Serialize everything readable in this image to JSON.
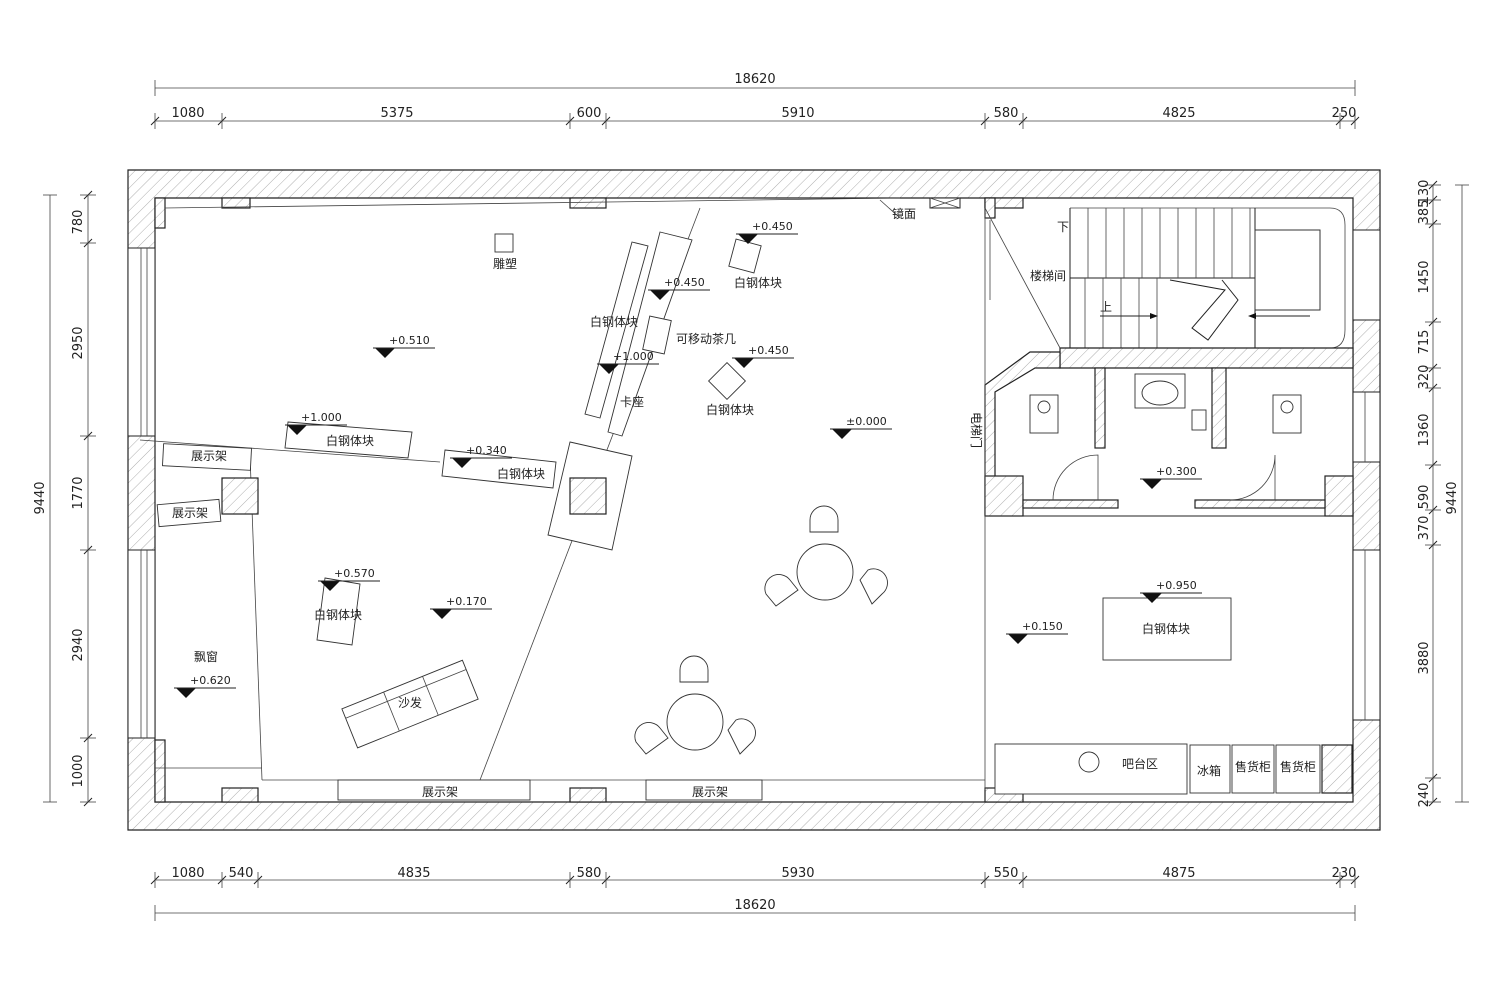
{
  "dims": {
    "top_total": "18620",
    "top": [
      "1080",
      "5375",
      "600",
      "5910",
      "580",
      "4825",
      "250"
    ],
    "bottom_total": "18620",
    "bottom": [
      "1080",
      "540",
      "4835",
      "580",
      "5930",
      "550",
      "4875",
      "230"
    ],
    "left_total": "9440",
    "left": [
      "780",
      "2950",
      "1770",
      "2940",
      "1000"
    ],
    "right_total": "9440",
    "right": [
      "130",
      "385",
      "1450",
      "715",
      "320",
      "1360",
      "590",
      "370",
      "3880",
      "240"
    ]
  },
  "labels": {
    "sculpture": "雕塑",
    "steel_block": "白钢体块",
    "movable_table": "可移动茶几",
    "booth": "卡座",
    "mirror": "镜面",
    "stairwell": "楼梯间",
    "down": "下",
    "up": "上",
    "elevator": "电梯门",
    "display_rack": "展示架",
    "bay_window": "飘窗",
    "sofa": "沙发",
    "bar_area": "吧台区",
    "fridge": "冰箱",
    "cabinet": "售货柜"
  },
  "levels": [
    "+0.450",
    "+0.450",
    "+0.510",
    "+1.000",
    "+0.450",
    "±0.000",
    "+1.000",
    "+0.340",
    "+0.300",
    "+0.570",
    "+0.170",
    "+0.950",
    "+0.150",
    "+0.620"
  ]
}
